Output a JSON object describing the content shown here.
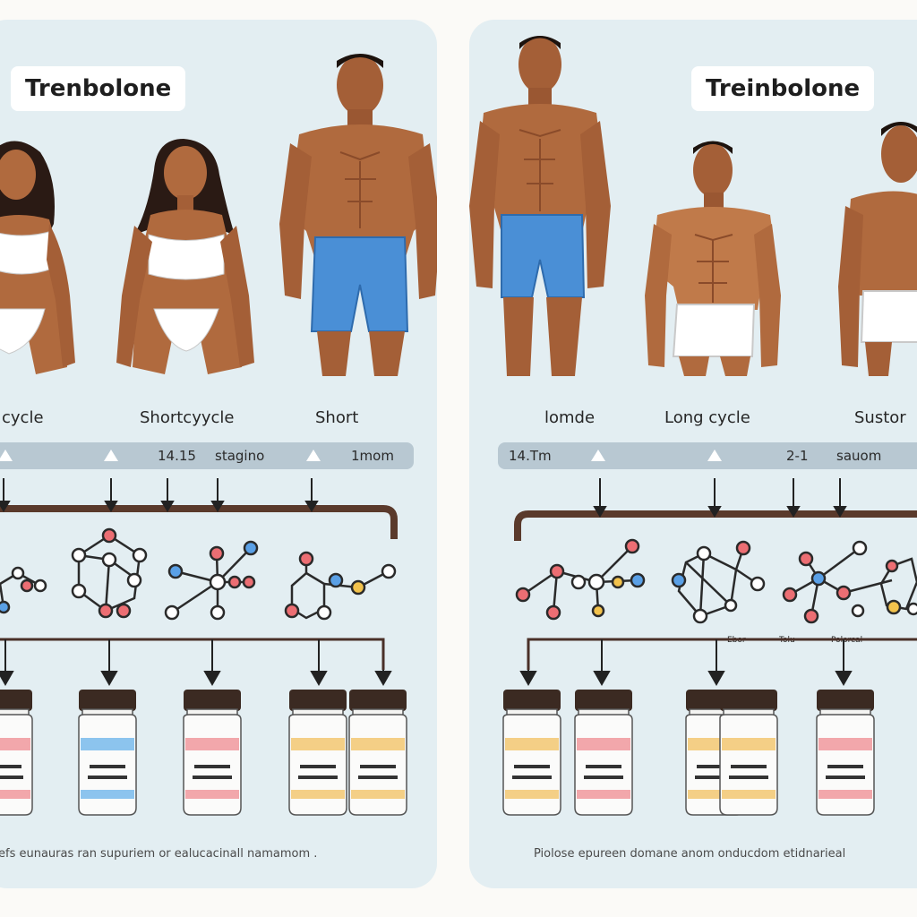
{
  "left_panel": {
    "title": "Trenbolone",
    "cycle_labels": [
      "cycle",
      "Shortcyycle",
      "Short"
    ],
    "timeline_labels": [
      "14.15",
      "stagino",
      "1mom"
    ],
    "footer": "efs eunauras ran supuriem or ealucacinall namamom ."
  },
  "right_panel": {
    "title": "Treinbolone",
    "cycle_labels": [
      "lomde",
      "Long cycle",
      "Sustor"
    ],
    "timeline_labels": [
      "14.Tm",
      "2-1",
      "sauom"
    ],
    "molecule_labels": [
      "Ebor",
      "Tolu",
      "Polorcal"
    ],
    "footer": "Piolose epureen domane anom onducdom etidnarieal"
  },
  "colors": {
    "panel_bg": "#e3eef2",
    "bracket": "#5a3a2c",
    "skin": "#b06a3e",
    "briefs_blue": "#4a8fd6",
    "briefs_white": "#ffffff",
    "label_pink": "#f2a7ab",
    "label_blue": "#8cc4ee",
    "label_yellow": "#f4cf86",
    "atom_red": "#ec6e73",
    "atom_blue": "#5aa0e6",
    "atom_yellow": "#f2c24c"
  },
  "icons": [
    "female-figure-icon",
    "male-figure-icon",
    "molecule-icon",
    "vial-icon",
    "down-arrow-icon"
  ]
}
